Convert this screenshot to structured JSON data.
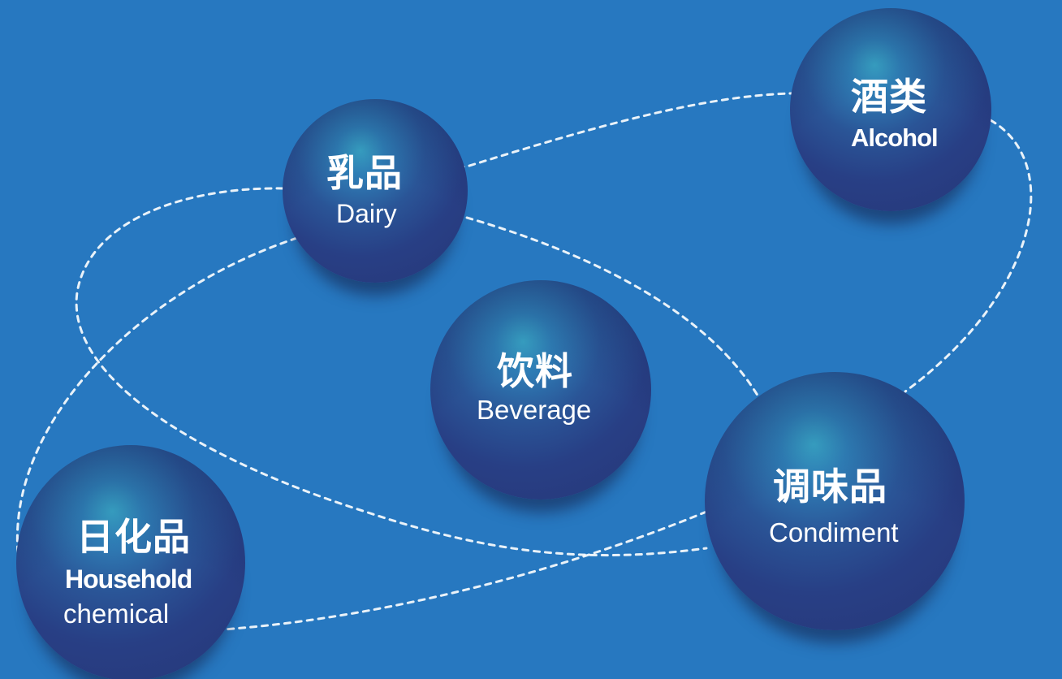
{
  "background_color": "#2778c0",
  "sphere_color": "#283f85",
  "orbit_color": "#ffffff",
  "nodes": [
    {
      "id": "dairy",
      "cn": "乳品",
      "en": "Dairy"
    },
    {
      "id": "alcohol",
      "cn": "酒类",
      "en": "Alcohol"
    },
    {
      "id": "beverage",
      "cn": "饮料",
      "en": "Beverage"
    },
    {
      "id": "condiment",
      "cn": "调味品",
      "en": "Condiment"
    },
    {
      "id": "household",
      "cn": "日化品",
      "en_line1": "Household",
      "en_line2": "chemical"
    }
  ]
}
